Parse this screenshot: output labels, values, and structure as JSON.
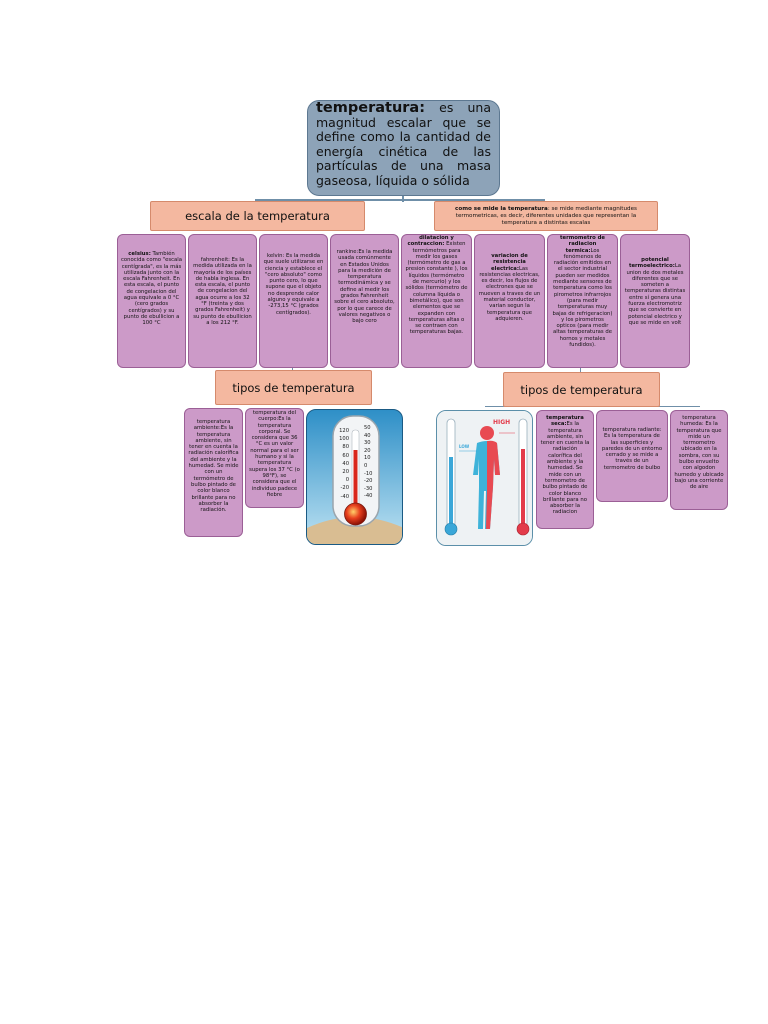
{
  "root": {
    "term": "temperatura:",
    "definition": " es una magnitud escalar que se define como la cantidad de energía cinética de las partículas de una masa gaseosa, líquida o sólida"
  },
  "left": {
    "header": "escala de la temperatura",
    "boxes": [
      {
        "title": "celsius:",
        "body": " También conocida como \"escala centígrada\", es la más utilizada junto con la escala Fahrenheit. En esta escala, el punto de congelacion del agua equivale a 0 °C (cero grados centígrados) y su punto de ebullicion a 100 °C"
      },
      {
        "title": "",
        "body": "fahrenheit: Es la medida utilizada en la mayoría de los países de habla inglesa. En esta escala, el punto de congelacion del agua ocurre a los 32 °F (treinta y dos grados Fahrenheit) y su punto de ebullicion a los 212 °F."
      },
      {
        "title": "",
        "body": "kelvin: Es la medida que suele utilizarse en ciencia y establece el \"cero absoluto\" como punto cero, lo que supone que el objeto no desprende calor alguno y equivale a -273,15 °C (grados centígrados)."
      },
      {
        "title": "",
        "body": "rankine:Es la medida usada comúnmente en Estados Unidos para la medición de temperatura termodinámica y se define al medir los grados Fahrenheit sobre el cero absoluto, por lo que carece de valores negativos o bajo cero"
      }
    ],
    "sub_header": "tipos de temperatura",
    "sub_boxes": [
      {
        "body": "temperatura ambiente:Es la temperatura ambiente, sin tener en cuenta la radiación calorífica del ambiente y la humedad. Se mide con un termómetro de bulbo pintado de color blanco brillante para no absorber la radiación."
      },
      {
        "body": "temperatura del cuerpo:Es la temperatura corporal. Se considera que 36 °C es un valor normal para el ser humano y si la temperatura supera los 37 °C (o 98°F), se considera que el individuo padece fiebre"
      }
    ]
  },
  "right": {
    "header": "como se mide la temperatura: se mide mediante magnitudes termometricas, es decir, diferentes unidades que representan la temperatura a distintas escalas",
    "header_title": "como se mide la temperatura",
    "header_body": ": se mide mediante magnitudes termometricas, es decir, diferentes unidades que representan la temperatura a distintas escalas",
    "boxes": [
      {
        "title": "dilatacion y contraccion:",
        "body": " Existen termómetros para medir los gases (termómetro de gas a presion constante ), los líquidos (termómetro de mercurio) y los sólidos (termómetro de columna líquida o bimetálico), que son elementos que se expanden con temperaturas altas o se contraen con temperaturas bajas."
      },
      {
        "title": "variacion de resistencia electrica:",
        "body": "Las resistencias electricas, es decir, los flujos de electrones que se mueven a traves de un material conductor, varian segun la temperatura que adquieren."
      },
      {
        "title": "termometro de radiacion termica:",
        "body": "Los fenómenos de radiación emitidos en el sector industrial pueden ser medidos mediante sensores de temperatura como los pirometros infrarrojos (para medir temperaturas muy bajas de refrigeracion) y los pirometros opticos (para medir altas temperaturas de hornos y metales fundidos)."
      },
      {
        "title": "potencial termoelectrico:",
        "body": "La union de dos metales diferentes que se someten a temperaturas distintas entre sí genera una fuerza electromotriz que se convierte en potencial electrico y que se mide en volt"
      }
    ],
    "sub_header": "tipos de temperatura",
    "sub_boxes": [
      {
        "title": "temperatura seca:",
        "body": "Es la temperatura ambiente, sin tener en cuenta la radiación calorífica del ambiente y la humedad. Se mide con un termometro de bulbo pintado de color blanco brillante para no absorber la radiacion"
      },
      {
        "title": "",
        "body": "temperatura radiante: Es la temperatura de las superficies y paredes de un entorno cerrado y se mide a través de un termometro de bulbo"
      },
      {
        "title": "",
        "body": "temperatura humeda: Es la temperatura que mide un termometro ubicado en la sombra, con su bulbo envuelto con algodon humedo y ubicado bajo una corriente de aire"
      }
    ],
    "illustration_labels": {
      "high": "HIGH",
      "low": "LOW"
    }
  },
  "thermometer_scale": {
    "left": [
      "120",
      "100",
      "80",
      "60",
      "40",
      "20",
      "0",
      "-20",
      "-40"
    ],
    "right": [
      "50",
      "40",
      "30",
      "20",
      "10",
      "0",
      "-10",
      "-20",
      "-30",
      "-40"
    ]
  },
  "colors": {
    "root": "#8da3b8",
    "header": "#f4b8a0",
    "box": "#cc9ac8",
    "line": "#6f8fa8"
  }
}
